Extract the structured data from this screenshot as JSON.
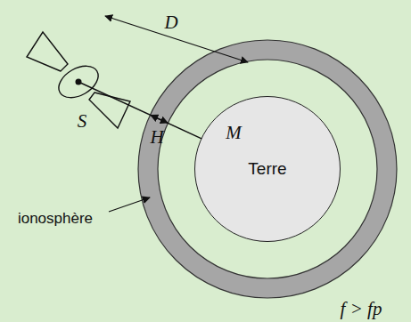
{
  "diagram": {
    "nodes": [
      {
        "text": [
          "Terre"
        ]
      }
    ],
    "labels": [
      "D",
      "H",
      "S",
      "M",
      "ionosphère",
      "f > fp"
    ]
  }
}
